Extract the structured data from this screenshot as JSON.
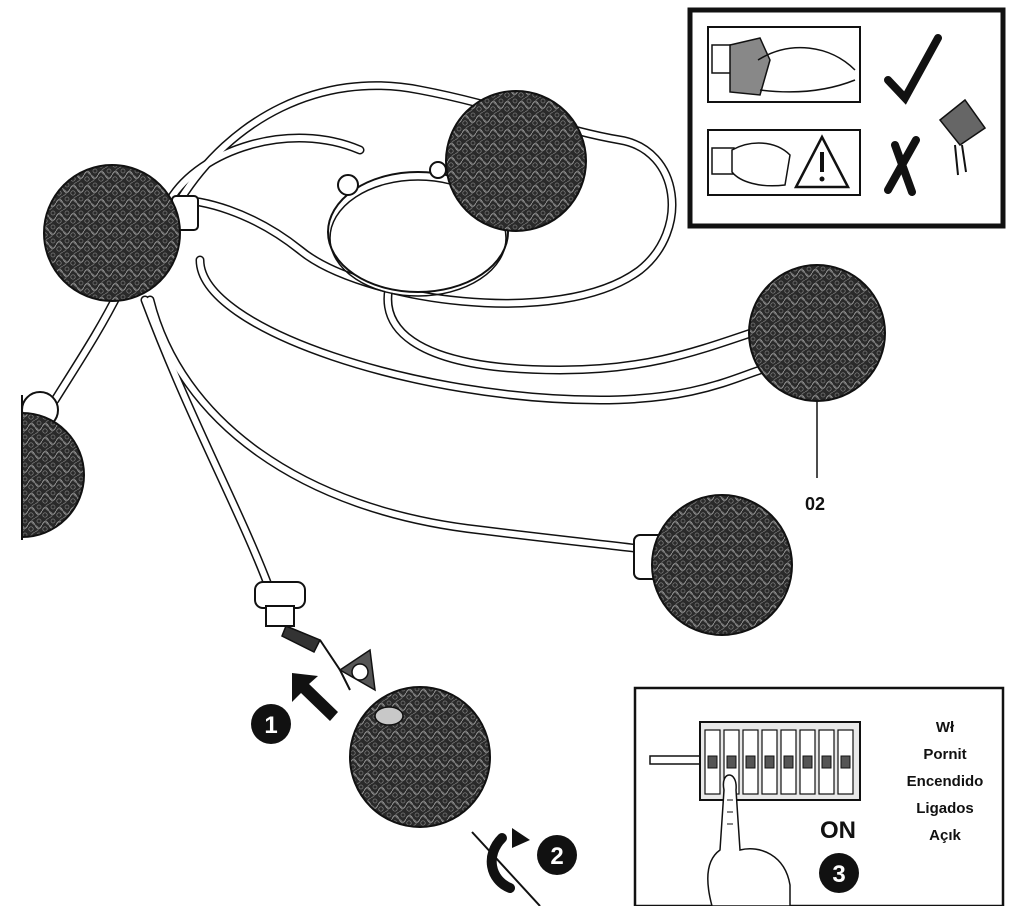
{
  "part_label": "02",
  "steps": [
    "1",
    "2",
    "3"
  ],
  "switch_state": "ON",
  "on_labels": [
    "Wł",
    "Pornit",
    "Encendido",
    "Ligados",
    "Açık"
  ],
  "icons": {
    "ok": "check-mark-icon",
    "not_ok": "cross-mark-icon",
    "warning": "warning-triangle-icon"
  },
  "colors": {
    "ink": "#111111",
    "paper": "#ffffff",
    "shade": "#d9d9d9"
  }
}
